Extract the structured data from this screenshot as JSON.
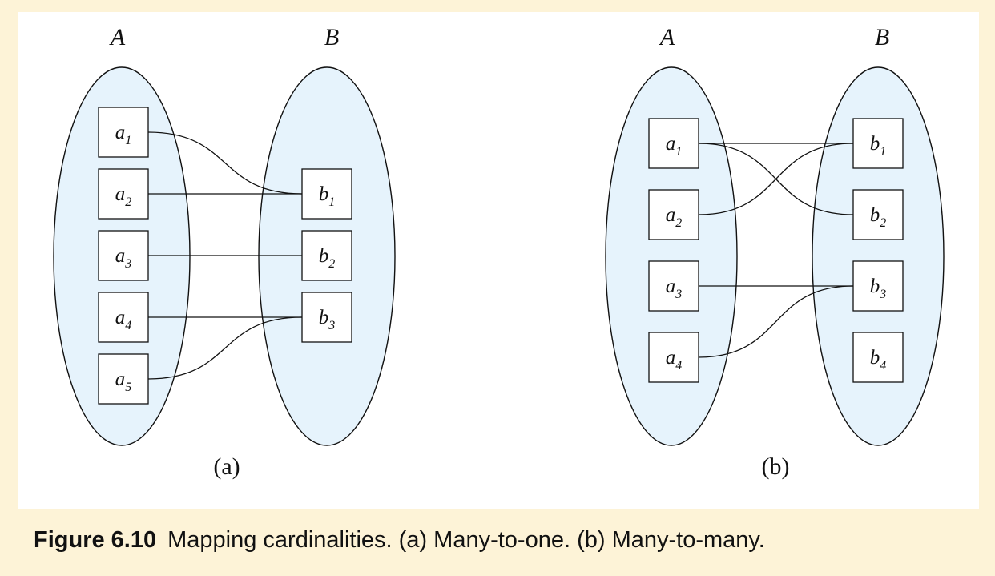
{
  "colors": {
    "background": "#fdf3d7",
    "panel": "#ffffff",
    "set_fill": "#e6f3fc",
    "stroke": "#111111"
  },
  "diagram_a": {
    "set_a_label": "A",
    "set_b_label": "B",
    "sublabel": "(a)",
    "a_elements": [
      {
        "id": "a1",
        "base": "a",
        "sub": "1"
      },
      {
        "id": "a2",
        "base": "a",
        "sub": "2"
      },
      {
        "id": "a3",
        "base": "a",
        "sub": "3"
      },
      {
        "id": "a4",
        "base": "a",
        "sub": "4"
      },
      {
        "id": "a5",
        "base": "a",
        "sub": "5"
      }
    ],
    "b_elements": [
      {
        "id": "b1",
        "base": "b",
        "sub": "1"
      },
      {
        "id": "b2",
        "base": "b",
        "sub": "2"
      },
      {
        "id": "b3",
        "base": "b",
        "sub": "3"
      }
    ],
    "mappings": [
      [
        "a1",
        "b1"
      ],
      [
        "a2",
        "b1"
      ],
      [
        "a3",
        "b2"
      ],
      [
        "a4",
        "b3"
      ],
      [
        "a5",
        "b3"
      ]
    ]
  },
  "diagram_b": {
    "set_a_label": "A",
    "set_b_label": "B",
    "sublabel": "(b)",
    "a_elements": [
      {
        "id": "a1",
        "base": "a",
        "sub": "1"
      },
      {
        "id": "a2",
        "base": "a",
        "sub": "2"
      },
      {
        "id": "a3",
        "base": "a",
        "sub": "3"
      },
      {
        "id": "a4",
        "base": "a",
        "sub": "4"
      }
    ],
    "b_elements": [
      {
        "id": "b1",
        "base": "b",
        "sub": "1"
      },
      {
        "id": "b2",
        "base": "b",
        "sub": "2"
      },
      {
        "id": "b3",
        "base": "b",
        "sub": "3"
      },
      {
        "id": "b4",
        "base": "b",
        "sub": "4"
      }
    ],
    "mappings": [
      [
        "a1",
        "b1"
      ],
      [
        "a1",
        "b2"
      ],
      [
        "a2",
        "b1"
      ],
      [
        "a3",
        "b3"
      ],
      [
        "a4",
        "b3"
      ]
    ]
  },
  "caption": {
    "figure_number": "Figure 6.10",
    "text": "Mapping cardinalities. (a) Many-to-one. (b) Many-to-many."
  }
}
